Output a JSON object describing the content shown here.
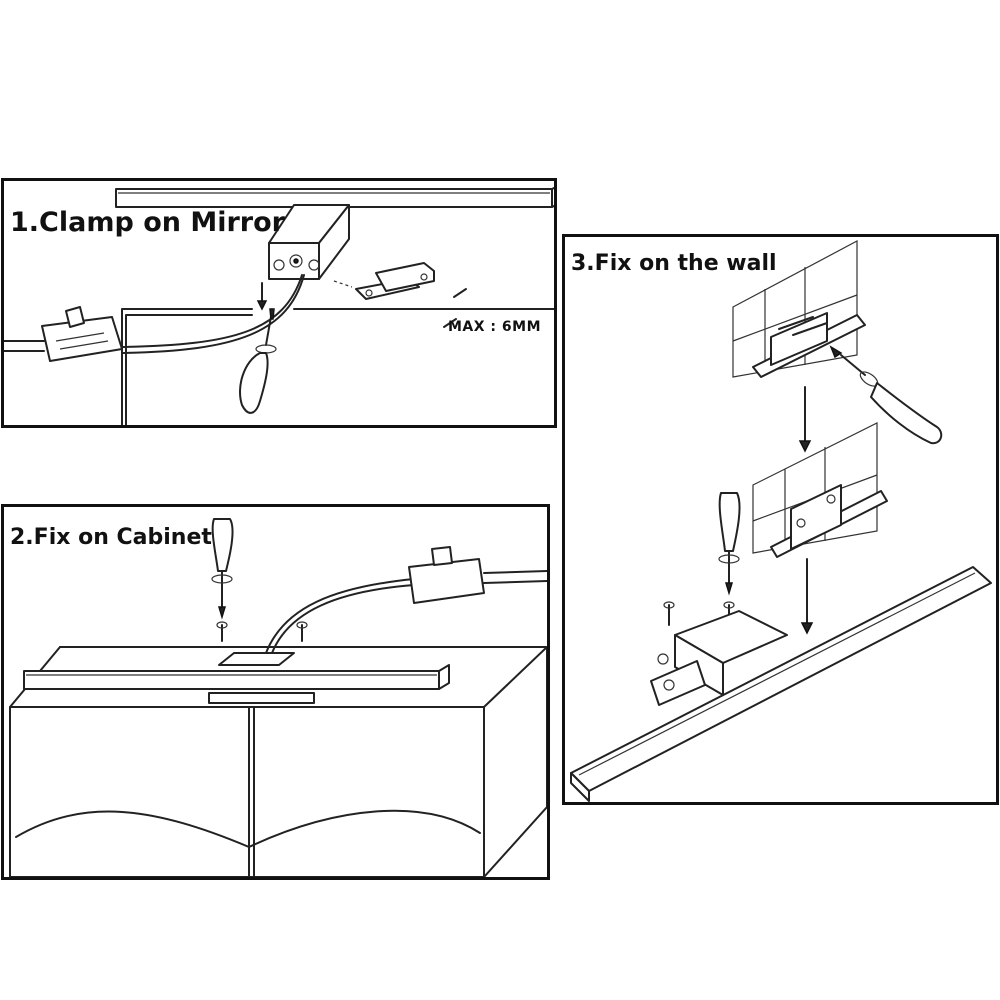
{
  "panels": [
    {
      "title": "1.Clamp on Mirror",
      "note": "MAX : 6MM"
    },
    {
      "title": "2.Fix on Cabinet"
    },
    {
      "title": "3.Fix on the wall"
    }
  ],
  "colors": {
    "line": "#222222",
    "background": "#ffffff"
  }
}
